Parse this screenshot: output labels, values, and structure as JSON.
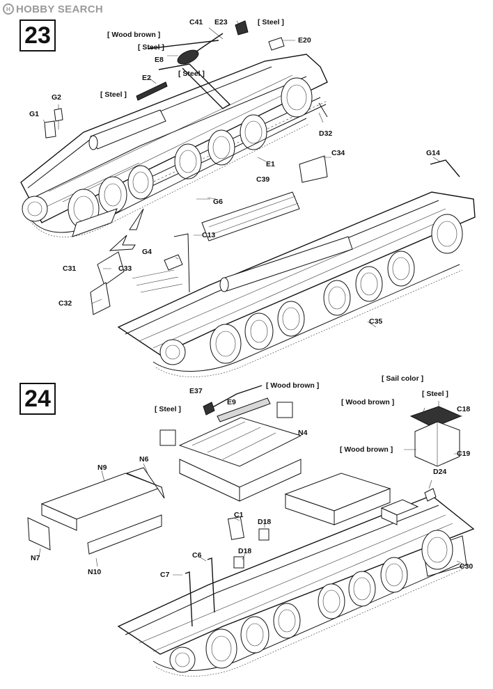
{
  "watermark": {
    "text": "HOBBY SEARCH",
    "logo_letter": "H"
  },
  "steps": [
    {
      "number": "23"
    },
    {
      "number": "24"
    }
  ],
  "step23": {
    "labels": [
      {
        "id": "c41",
        "text": "C41"
      },
      {
        "id": "e23",
        "text": "E23"
      },
      {
        "id": "steel_e23",
        "text": "[ Steel ]"
      },
      {
        "id": "wood_brown",
        "text": "[ Wood brown ]"
      },
      {
        "id": "steel_e8",
        "text": "[ Steel ]"
      },
      {
        "id": "e8",
        "text": "E8"
      },
      {
        "id": "e20",
        "text": "E20"
      },
      {
        "id": "steel_mid",
        "text": "[ Steel ]"
      },
      {
        "id": "e2",
        "text": "E2"
      },
      {
        "id": "steel_e2",
        "text": "[ Steel ]"
      },
      {
        "id": "g2",
        "text": "G2"
      },
      {
        "id": "g1",
        "text": "G1"
      },
      {
        "id": "d32",
        "text": "D32"
      },
      {
        "id": "e1",
        "text": "E1"
      },
      {
        "id": "c34",
        "text": "C34"
      },
      {
        "id": "g14",
        "text": "G14"
      },
      {
        "id": "c39",
        "text": "C39"
      },
      {
        "id": "g6",
        "text": "G6"
      },
      {
        "id": "c13",
        "text": "C13"
      },
      {
        "id": "g4",
        "text": "G4"
      },
      {
        "id": "c31",
        "text": "C31"
      },
      {
        "id": "c33",
        "text": "C33"
      },
      {
        "id": "c32",
        "text": "C32"
      },
      {
        "id": "c35",
        "text": "C35"
      }
    ]
  },
  "step24": {
    "labels": [
      {
        "id": "sail_color",
        "text": "[ Sail color ]"
      },
      {
        "id": "steel_c18",
        "text": "[ Steel ]"
      },
      {
        "id": "wood_brown_c18",
        "text": "[ Wood brown ]"
      },
      {
        "id": "c18",
        "text": "C18"
      },
      {
        "id": "wood_brown_c19",
        "text": "[ Wood brown ]"
      },
      {
        "id": "c19",
        "text": "C19"
      },
      {
        "id": "e37",
        "text": "E37"
      },
      {
        "id": "wood_brown_e9",
        "text": "[ Wood brown ]"
      },
      {
        "id": "e9",
        "text": "E9"
      },
      {
        "id": "steel_e37",
        "text": "[ Steel ]"
      },
      {
        "id": "n4",
        "text": "N4"
      },
      {
        "id": "n6",
        "text": "N6"
      },
      {
        "id": "n9",
        "text": "N9"
      },
      {
        "id": "n7",
        "text": "N7"
      },
      {
        "id": "n10",
        "text": "N10"
      },
      {
        "id": "d24",
        "text": "D24"
      },
      {
        "id": "c1",
        "text": "C1"
      },
      {
        "id": "d18a",
        "text": "D18"
      },
      {
        "id": "d18b",
        "text": "D18"
      },
      {
        "id": "c6",
        "text": "C6"
      },
      {
        "id": "c7",
        "text": "C7"
      },
      {
        "id": "c30",
        "text": "C30"
      }
    ]
  }
}
